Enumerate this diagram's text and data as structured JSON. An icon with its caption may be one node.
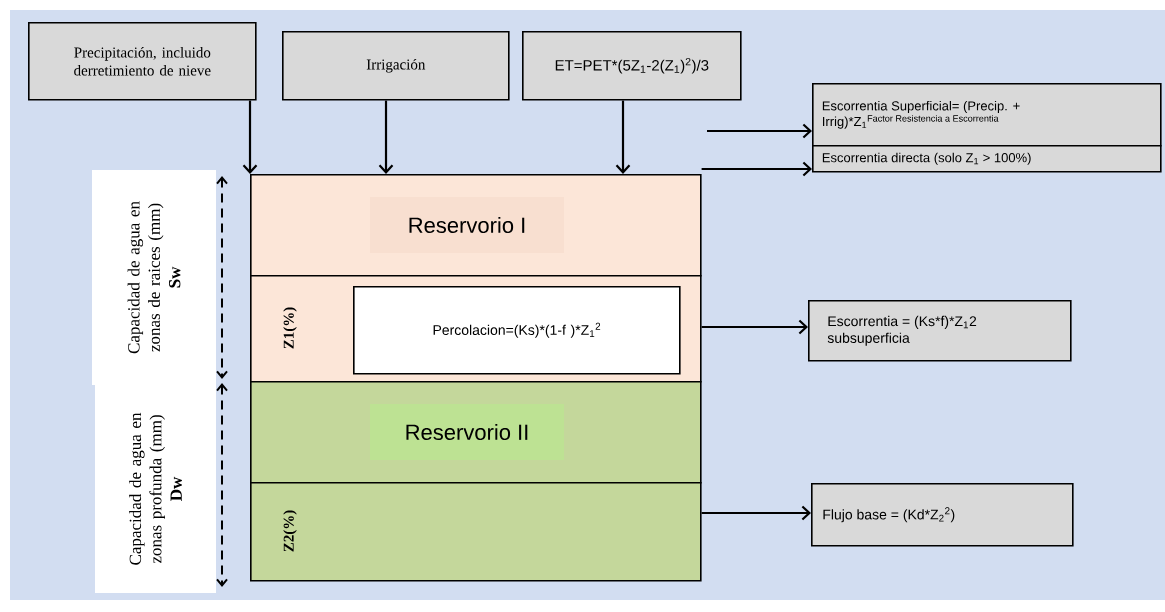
{
  "diagram": {
    "nodes": [
      {
        "text": [
          "Precipitación, incluido derretimiento de nieve"
        ]
      },
      {
        "text": [
          "Irrigación"
        ]
      },
      {
        "text": [
          "ET=PET*(5Z$_{1}$-2(Z$_{1}$)$^{2}$)/3"
        ]
      },
      {
        "text": [
          "Escorrentia Superficial= (Precip. + Irrig)*Z$_{1}$$^{Factor Resistencia a Escorrentia}$"
        ]
      },
      {
        "text": [
          "Escorrentia directa (solo Z$_{1}$ > 100%)"
        ]
      },
      {
        "text": [
          "Reservorio I"
        ]
      },
      {
        "text": [
          "Z1(%)"
        ]
      },
      {
        "text": [
          "Percolacion=(Ks)*(1-f )*Z$_{1}$$^{2}$"
        ],
        "in": 6
      },
      {
        "text": [
          "Escorrentia = (Ks*f)*Z$_{1}$2 subsuperficia"
        ]
      },
      {
        "text": [
          "Reservorio II"
        ]
      },
      {
        "text": [
          "Z2(%)"
        ]
      },
      {
        "text": [
          "Flujo base = (Kd*Z$_{2}$$^{2}$)"
        ]
      },
      {
        "text": [
          "Capacidad de agua en zonas de raices (mm)",
          "Sw"
        ]
      },
      {
        "text": [
          "Capacidad de agua en zonas profunda (mm)",
          "Dw"
        ]
      }
    ],
    "edges": [
      {
        "from": 0,
        "to": 5,
        "arrow": "to"
      },
      {
        "from": 1,
        "to": 5,
        "arrow": "to"
      },
      {
        "from": 2,
        "to": 5,
        "arrow": "to"
      },
      {
        "from": null,
        "to": 3,
        "arrow": "to"
      },
      {
        "from": 5,
        "to": 4,
        "arrow": "to"
      },
      {
        "from": 6,
        "to": 8,
        "arrow": "to"
      },
      {
        "from": 10,
        "to": 11,
        "arrow": "to"
      }
    ]
  }
}
